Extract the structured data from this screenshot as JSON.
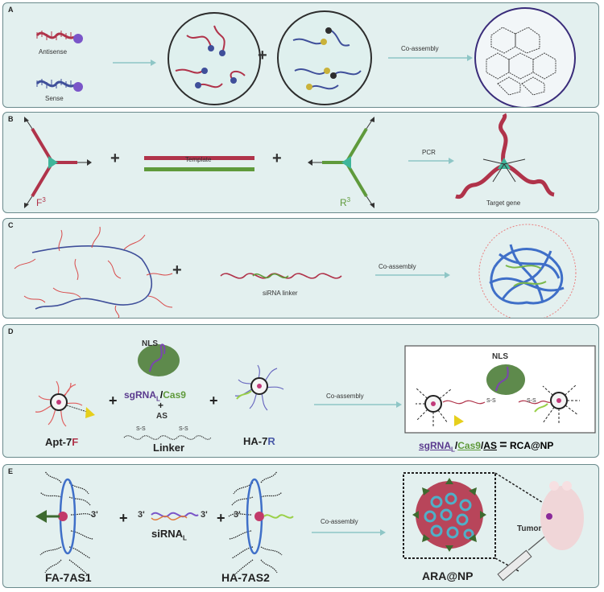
{
  "panels": {
    "a": {
      "label": "A",
      "antisense": "Antisense",
      "sense": "Sense",
      "arrow_label": "Co-assembly",
      "colors": {
        "antisense": "#b0334a",
        "sense": "#3f4f9a",
        "bead": "#7a55c8"
      }
    },
    "b": {
      "label": "B",
      "template": "Template",
      "f3_main": "F",
      "f3_sup": "3",
      "r3_main": "R",
      "r3_sup": "3",
      "arrow_label": "PCR",
      "target": "Target gene",
      "colors": {
        "forward": "#b0334a",
        "reverse": "#5f9a3b",
        "core": "#3fb59a"
      }
    },
    "c": {
      "label": "C",
      "linker": "siRNA linker",
      "arrow_label": "Co-assembly"
    },
    "d": {
      "label": "D",
      "nls": "NLS",
      "sgrna": "sgRNA",
      "sub_l": "L",
      "slash": "/",
      "cas9": "Cas9",
      "plus_small": "+",
      "as": "AS",
      "ss": "S-S",
      "linker": "Linker",
      "apt_main": "Apt-7",
      "apt_f": "F",
      "ha_main": "HA-7",
      "ha_r": "R",
      "arrow_label": "Co-assembly",
      "nls2": "NLS",
      "ss1": "S-S",
      "ss2": "S-S",
      "result_sg": "sgRNA",
      "result_l": "L",
      "result_slash1": "/",
      "result_cas9": "Cas9",
      "result_slash2": "/",
      "result_as": "AS",
      "result_eq": "=",
      "result_name": "RCA@NP"
    },
    "e": {
      "label": "E",
      "three_prime_1": "3'",
      "three_prime_2": "3'",
      "three_prime_3": "3'",
      "three_prime_4": "3'",
      "sirna": "siRNA",
      "sirna_sub": "L",
      "fa_name": "FA-7AS1",
      "ha_name": "HA-7AS2",
      "arrow_label": "Co-assembly",
      "np_name": "ARA@NP",
      "tumor": "Tumor"
    }
  }
}
